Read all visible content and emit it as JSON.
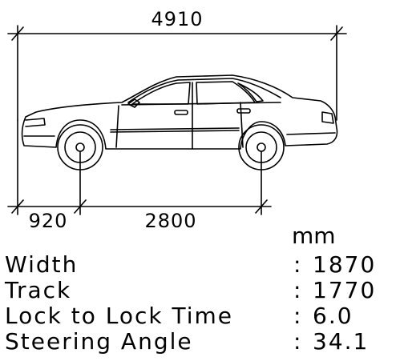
{
  "dimensions": {
    "overall_length": "4910",
    "front_overhang": "920",
    "wheelbase": "2800"
  },
  "unit": "mm",
  "specs": [
    {
      "label": "Width",
      "value": "1870"
    },
    {
      "label": "Track",
      "value": "1770"
    },
    {
      "label": "Lock to Lock Time",
      "value": "6.0"
    },
    {
      "label": "Steering Angle",
      "value": "34.1"
    }
  ],
  "colon": ":"
}
